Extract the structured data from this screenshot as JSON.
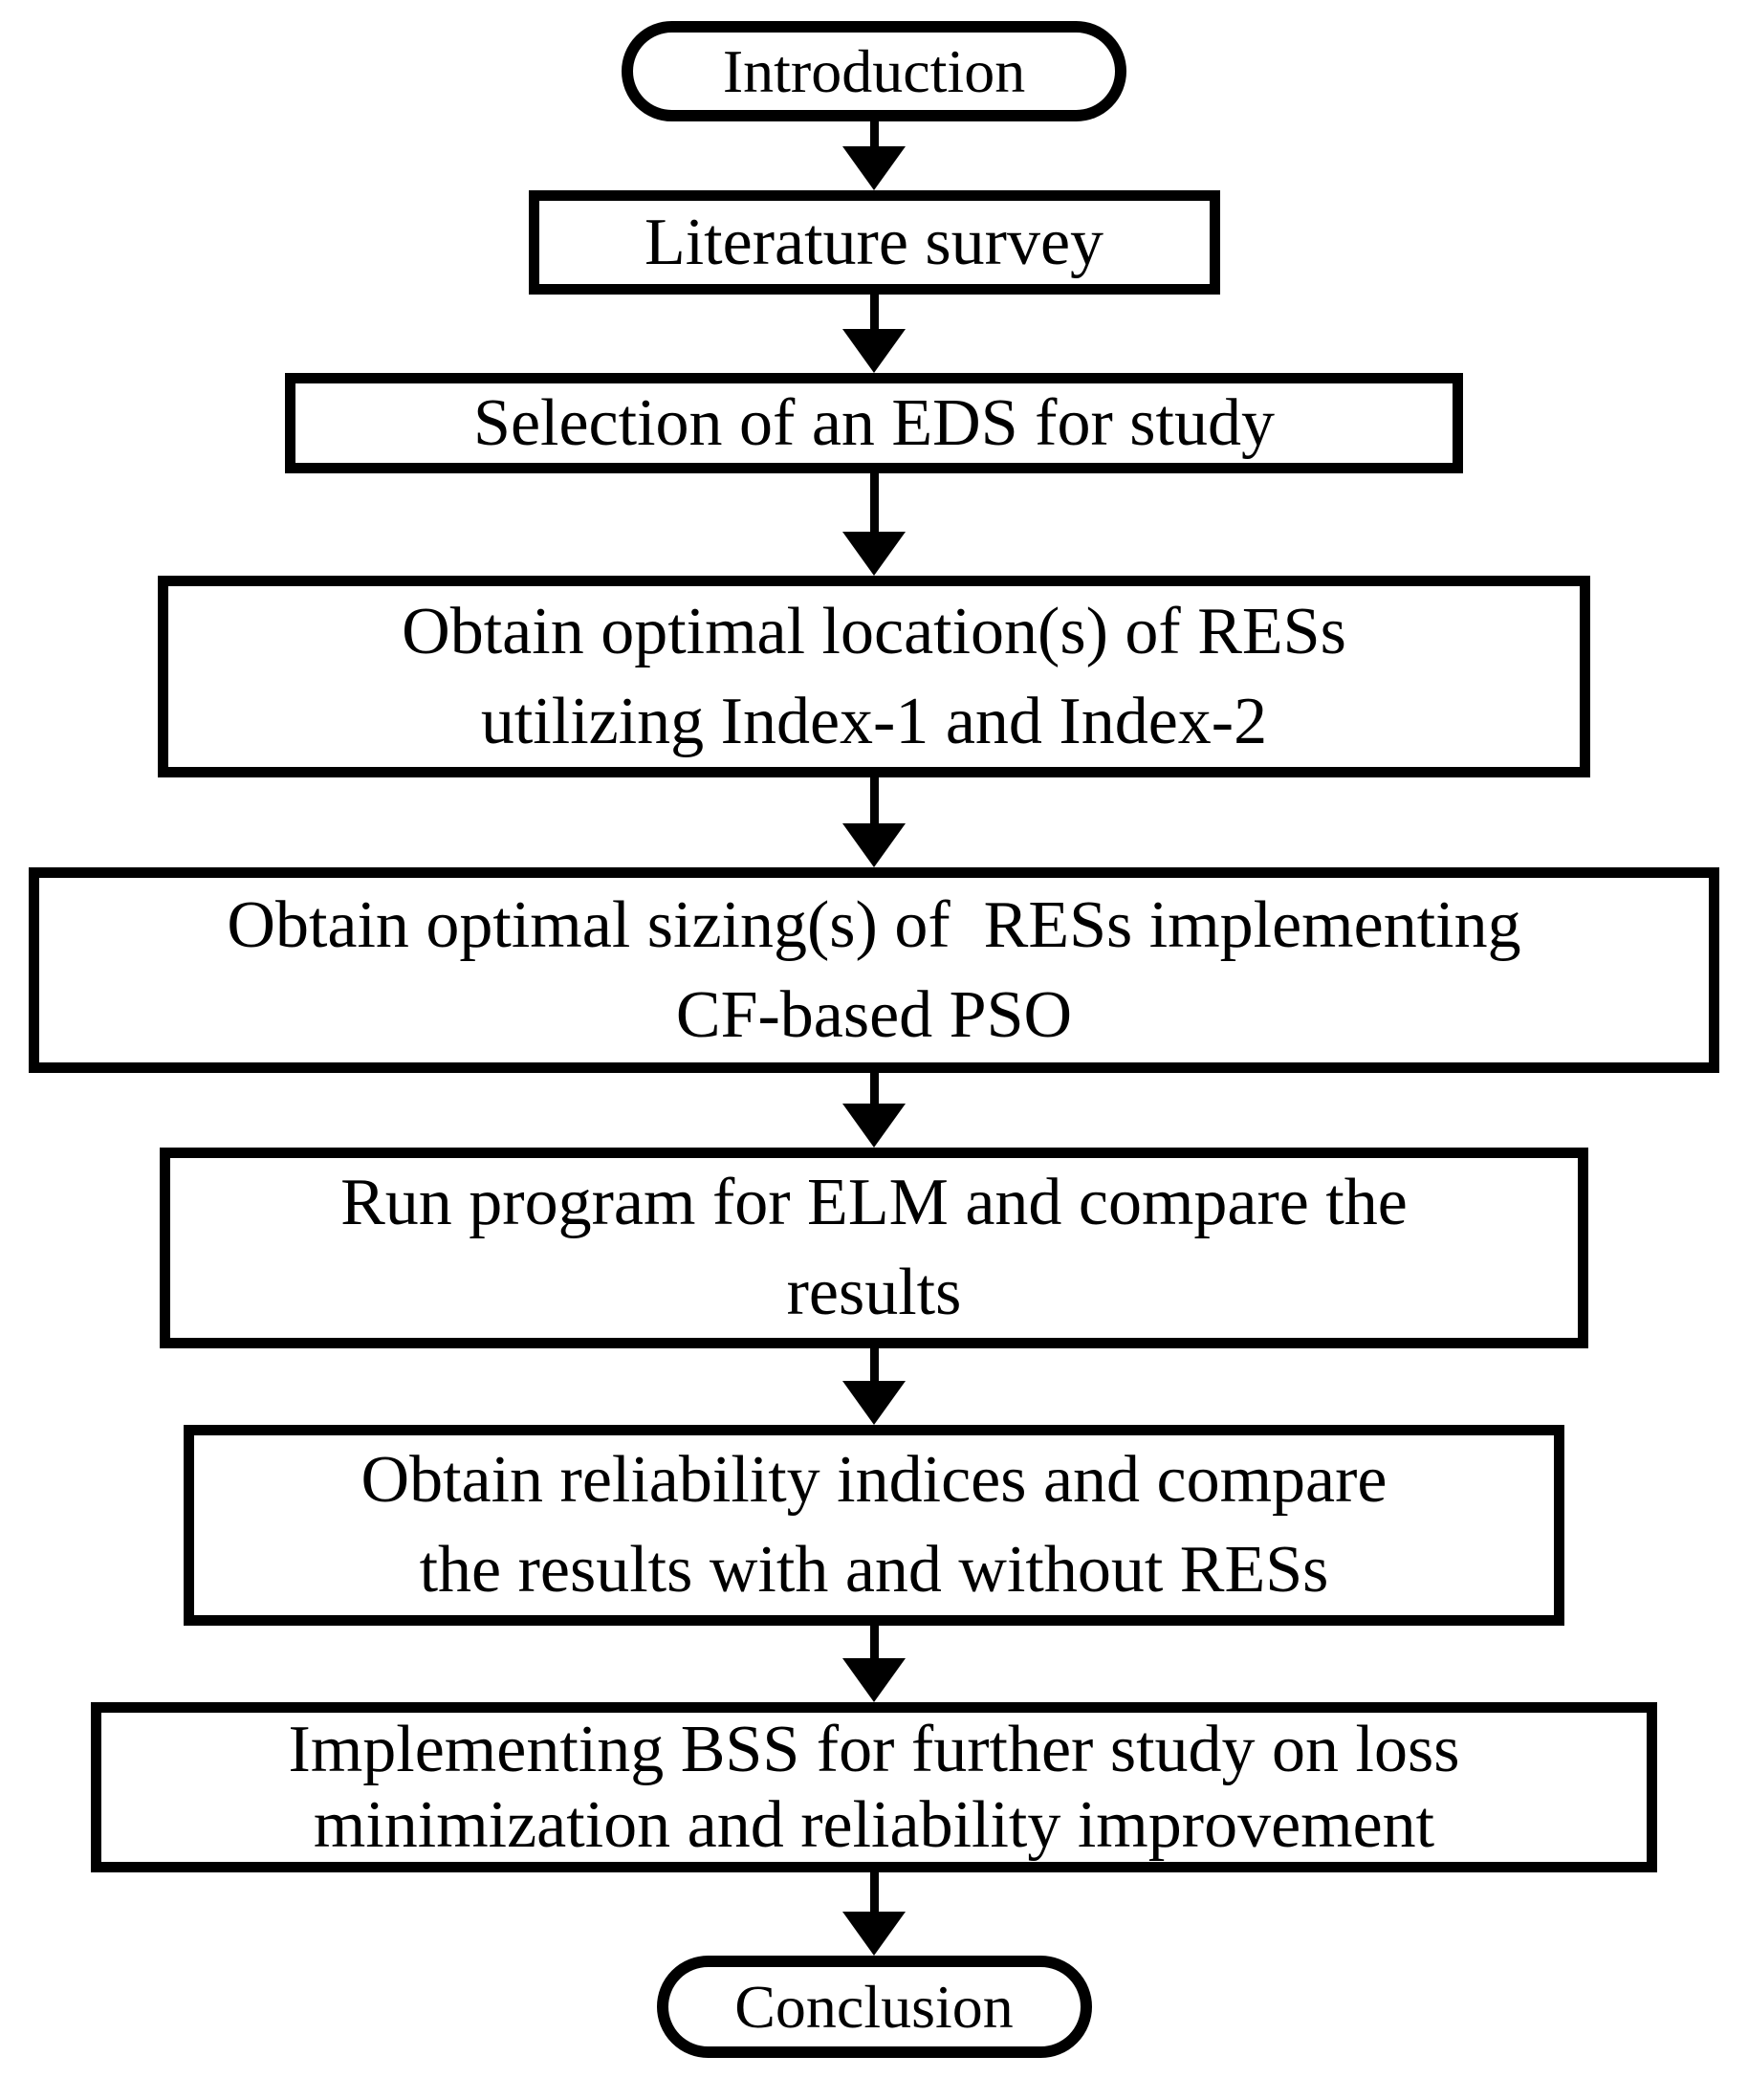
{
  "figure": {
    "background_color": "#ffffff",
    "stroke_color": "#000000",
    "text_color": "#000000",
    "nodes": [
      {
        "id": "introduction",
        "type": "terminator",
        "lines": [
          "Introduction"
        ]
      },
      {
        "id": "literature-survey",
        "type": "process",
        "lines": [
          "Literature survey"
        ]
      },
      {
        "id": "eds-selection",
        "type": "process",
        "lines": [
          "Selection of an EDS for study"
        ]
      },
      {
        "id": "optimal-location",
        "type": "process",
        "lines": [
          "Obtain optimal location(s) of RESs",
          "utilizing Index-1 and Index-2"
        ]
      },
      {
        "id": "optimal-sizing",
        "type": "process",
        "lines": [
          "Obtain optimal sizing(s) of  RESs implementing",
          "CF-based PSO"
        ]
      },
      {
        "id": "elm-comparison",
        "type": "process",
        "lines": [
          "Run program for ELM and compare the",
          "results"
        ]
      },
      {
        "id": "reliability-indices",
        "type": "process",
        "lines": [
          "Obtain reliability indices and compare",
          "the results with and without RESs"
        ]
      },
      {
        "id": "bss-implementation",
        "type": "process",
        "lines": [
          "Implementing BSS for further study on loss",
          "minimization and reliability improvement"
        ]
      },
      {
        "id": "conclusion",
        "type": "terminator",
        "lines": [
          "Conclusion"
        ]
      }
    ],
    "connectors": {
      "style": "vertical-arrow-down",
      "count": 8,
      "color": "#000000"
    }
  }
}
